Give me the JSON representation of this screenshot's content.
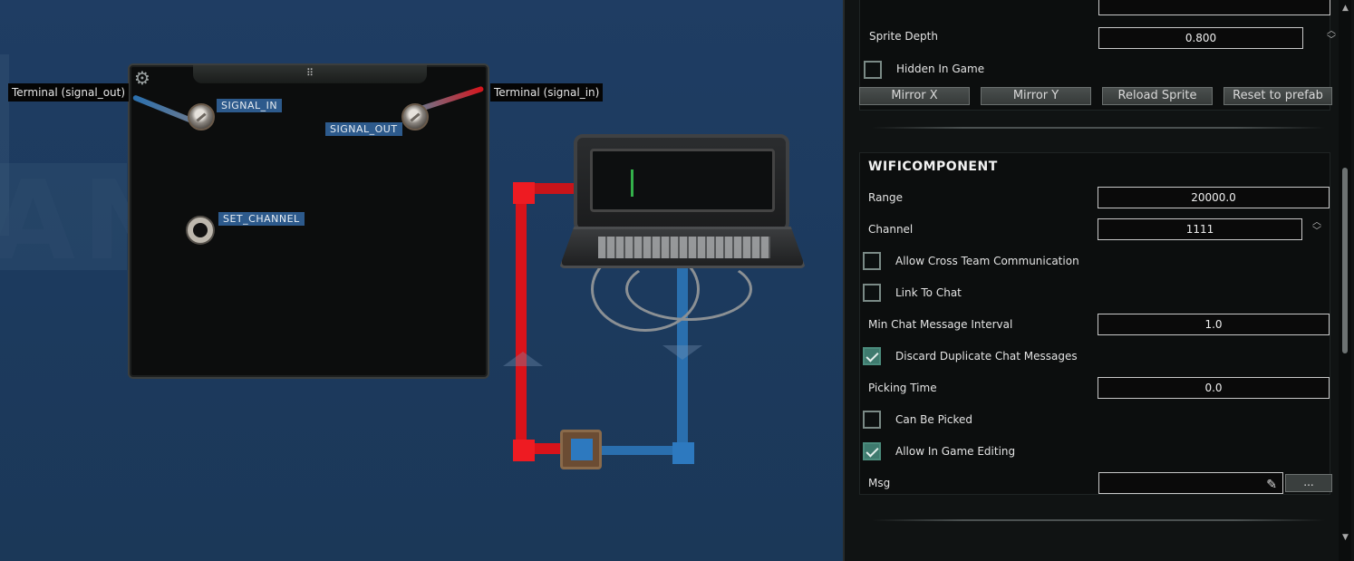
{
  "canvas": {
    "terminal_out_label": "Terminal (signal_out)",
    "terminal_in_label": "Terminal (signal_in)",
    "panel_handle": "⠿",
    "pins": {
      "signal_in": "SIGNAL_IN",
      "signal_out": "SIGNAL_OUT",
      "set_channel": "SET_CHANNEL"
    }
  },
  "props": {
    "sprite_depth_label": "Sprite Depth",
    "sprite_depth_value": "0.800",
    "hidden_in_game_label": "Hidden In Game",
    "hidden_in_game_checked": false,
    "buttons": {
      "mirror_x": "Mirror X",
      "mirror_y": "Mirror Y",
      "reload_sprite": "Reload Sprite",
      "reset_to_prefab": "Reset to prefab"
    },
    "wifi": {
      "title": "WIFICOMPONENT",
      "range_label": "Range",
      "range_value": "20000.0",
      "channel_label": "Channel",
      "channel_value": "1111",
      "allow_cross_team_label": "Allow Cross Team Communication",
      "allow_cross_team_checked": false,
      "link_to_chat_label": "Link To Chat",
      "link_to_chat_checked": false,
      "min_chat_interval_label": "Min Chat Message Interval",
      "min_chat_interval_value": "1.0",
      "discard_dup_label": "Discard Duplicate Chat Messages",
      "discard_dup_checked": true,
      "picking_time_label": "Picking Time",
      "picking_time_value": "0.0",
      "can_be_picked_label": "Can Be Picked",
      "can_be_picked_checked": false,
      "allow_in_game_editing_label": "Allow In Game Editing",
      "allow_in_game_editing_checked": true,
      "msg_label": "Msg",
      "msg_value": "",
      "ellipsis": "..."
    }
  },
  "colors": {
    "wire_red": "#d8131a",
    "wire_blue": "#2a6fae",
    "checkbox_checked": "#3e7a6e",
    "pin_label_bg": "#2d5a8c"
  }
}
